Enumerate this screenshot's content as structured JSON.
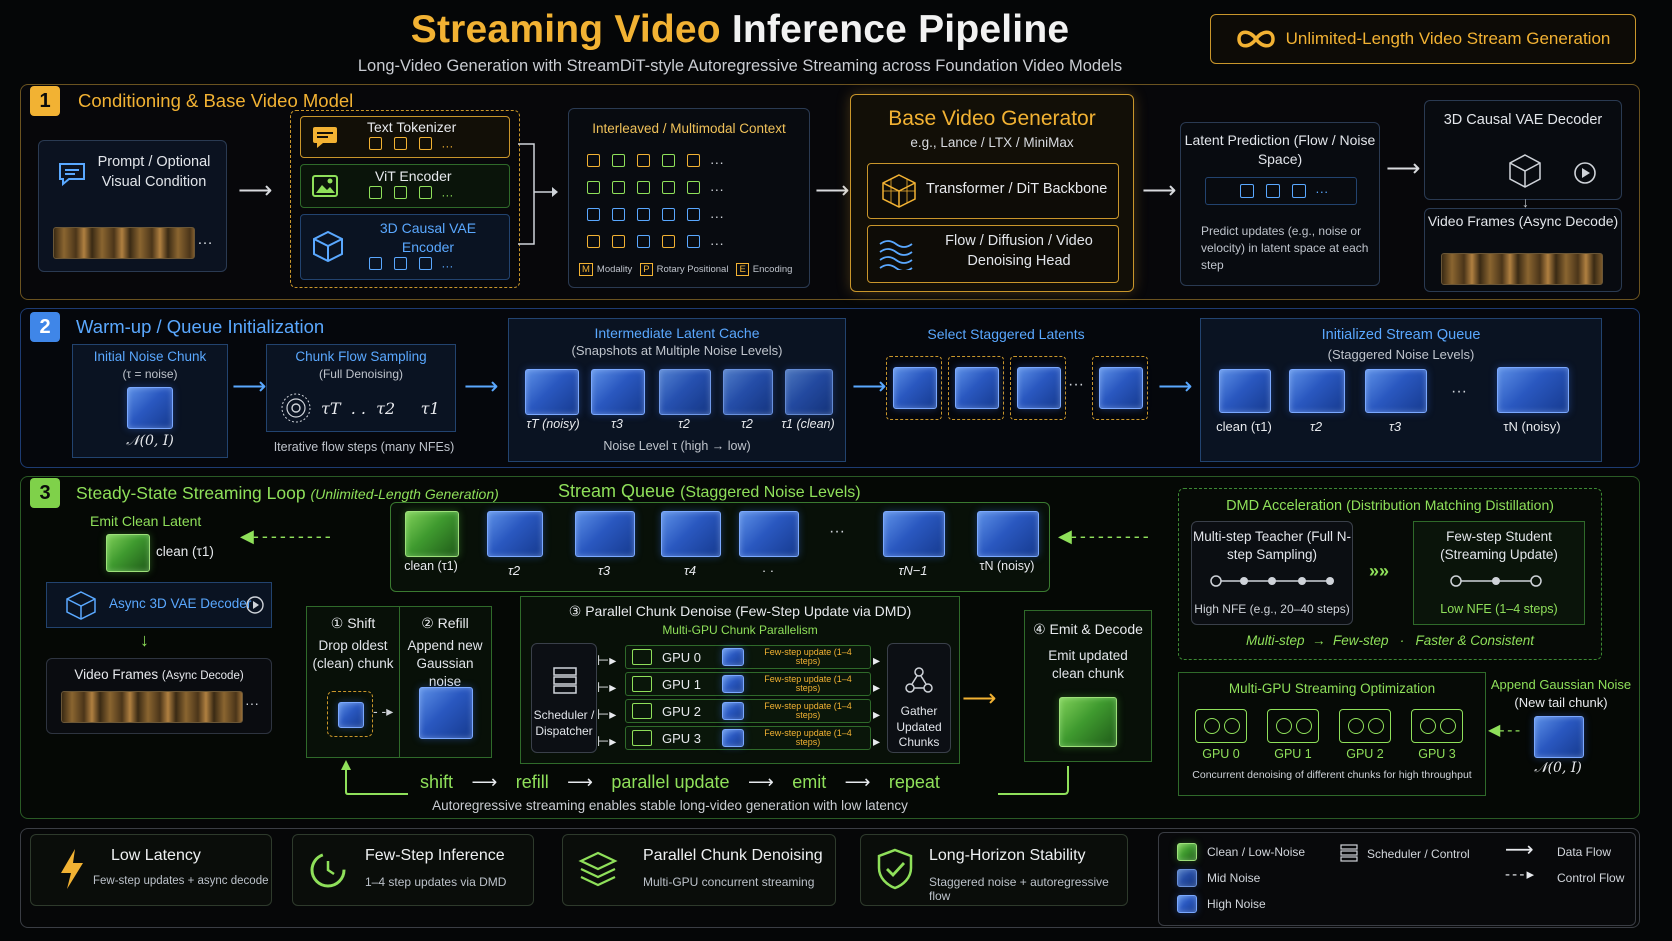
{
  "title": {
    "part1": "Streaming Video",
    "part2": "Inference Pipeline"
  },
  "subtitle": "Long-Video Generation with StreamDiT-style Autoregressive Streaming across Foundation Video Models",
  "badge": "Unlimited-Length Video Stream Generation",
  "colors": {
    "gold": "#f2b233",
    "blue": "#5aa8ff",
    "green": "#8fe05a"
  },
  "s1": {
    "num": "1",
    "title": "Conditioning & Base Video Model",
    "prompt": "Prompt / Optional Visual Condition",
    "tokenizers": [
      "Text Tokenizer",
      "ViT Encoder",
      "3D Causal VAE Encoder"
    ],
    "context_title": "Interleaved / Multimodal Context",
    "ctx_legend": {
      "m": "M",
      "m_label": "Modality",
      "p": "P",
      "p_label": "Rotary Positional",
      "e": "E",
      "e_label": "Encoding"
    },
    "generator_title": "Base Video Generator",
    "generator_sub": "e.g., Lance / LTX / MiniMax",
    "backbone": "Transformer / DiT Backbone",
    "head": "Flow / Diffusion / Video Denoising Head",
    "latent_title": "Latent Prediction (Flow / Noise Space)",
    "latent_desc": "Predict updates (e.g., noise or velocity) in latent space at each step",
    "decoder": "3D Causal VAE Decoder",
    "frames": "Video Frames (Async Decode)"
  },
  "s2": {
    "num": "2",
    "title": "Warm-up / Queue Initialization",
    "init_noise": "Initial Noise Chunk",
    "init_tau": "(τ = noise)",
    "init_dist": "𝒩(0, I)",
    "chunk_flow": "Chunk Flow Sampling",
    "chunk_flow_sub": "(Full Denoising)",
    "taus_line": "τT  . .  τ2     τ1",
    "iter": "Iterative flow steps (many NFEs)",
    "cache_title": "Intermediate Latent Cache",
    "cache_sub": "(Snapshots at Multiple Noise Levels)",
    "cache_labels": [
      "τT (noisy)",
      "τ3",
      "τ2",
      "τ2",
      "τ1 (clean)"
    ],
    "noise_level": "Noise Level τ (high → low)",
    "select": "Select Staggered Latents",
    "queue_title": "Initialized Stream Queue",
    "queue_sub": "(Staggered Noise Levels)",
    "queue_labels": [
      "clean (τ1)",
      "τ2",
      "τ3",
      "τN (noisy)"
    ]
  },
  "s3": {
    "num": "3",
    "title": "Steady-State Streaming Loop",
    "title_sub": "(Unlimited-Length Generation)",
    "stream_queue": "Stream Queue",
    "stream_queue_sub": "(Staggered Noise Levels)",
    "queue_labels": [
      "clean (τ1)",
      "τ2",
      "τ3",
      "τ4",
      "· ·",
      "τN−1",
      "τN (noisy)"
    ],
    "emit_clean": "Emit Clean Latent",
    "emit_clean_label": "clean (τ1)",
    "async_decoder": "Async 3D VAE Decoder",
    "video_frames": "Video Frames",
    "video_frames_sub": "(Async Decode)",
    "shift_title": "① Shift",
    "shift_desc": "Drop oldest (clean) chunk",
    "refill_title": "② Refill",
    "refill_desc": "Append new Gaussian noise",
    "parallel_title": "③ Parallel Chunk Denoise (Few-Step Update via DMD)",
    "multigpu": "Multi-GPU Chunk Parallelism",
    "scheduler": "Scheduler / Dispatcher",
    "gpus": [
      "GPU 0",
      "GPU 1",
      "GPU 2",
      "GPU 3"
    ],
    "few_step": "Few-step update (1–4 steps)",
    "gather": "Gather Updated Chunks",
    "emit_title": "④ Emit & Decode",
    "emit_desc": "Emit updated clean chunk",
    "loop": [
      "shift",
      "refill",
      "parallel update",
      "emit",
      "repeat"
    ],
    "loop_note": "Autoregressive streaming enables stable long-video generation with low latency",
    "dmd_title": "DMD Acceleration",
    "dmd_sub": "(Distribution Matching Distillation)",
    "teacher": "Multi-step Teacher (Full N-step Sampling)",
    "teacher_nfe": "High NFE (e.g., 20–40 steps)",
    "student": "Few-step Student (Streaming Update)",
    "student_nfe": "Low NFE (1–4 steps)",
    "dmd_flow": "Multi-step  →  Few-step   ·   Faster & Consistent",
    "mgpu_title": "Multi-GPU Streaming Optimization",
    "mgpu_gpus": [
      "GPU 0",
      "GPU 1",
      "GPU 2",
      "GPU 3"
    ],
    "mgpu_note": "Concurrent denoising of different chunks for high throughput",
    "append_title": "Append Gaussian Noise",
    "append_sub": "(New tail chunk)",
    "append_dist": "𝒩(0, I)"
  },
  "features": [
    {
      "name": "Low Latency",
      "desc": "Few-step updates + async decode",
      "icon": "lightning-icon"
    },
    {
      "name": "Few-Step Inference",
      "desc": "1–4 step updates via DMD",
      "icon": "timer-icon"
    },
    {
      "name": "Parallel Chunk Denoising",
      "desc": "Multi-GPU concurrent streaming",
      "icon": "layers-icon"
    },
    {
      "name": "Long-Horizon Stability",
      "desc": "Staggered noise + autoregressive flow",
      "icon": "shield-check-icon"
    }
  ],
  "legend": {
    "clean": "Clean / Low-Noise",
    "mid": "Mid Noise",
    "high": "High Noise",
    "scheduler": "Scheduler / Control",
    "data_flow": "Data Flow",
    "control_flow": "Control Flow"
  }
}
